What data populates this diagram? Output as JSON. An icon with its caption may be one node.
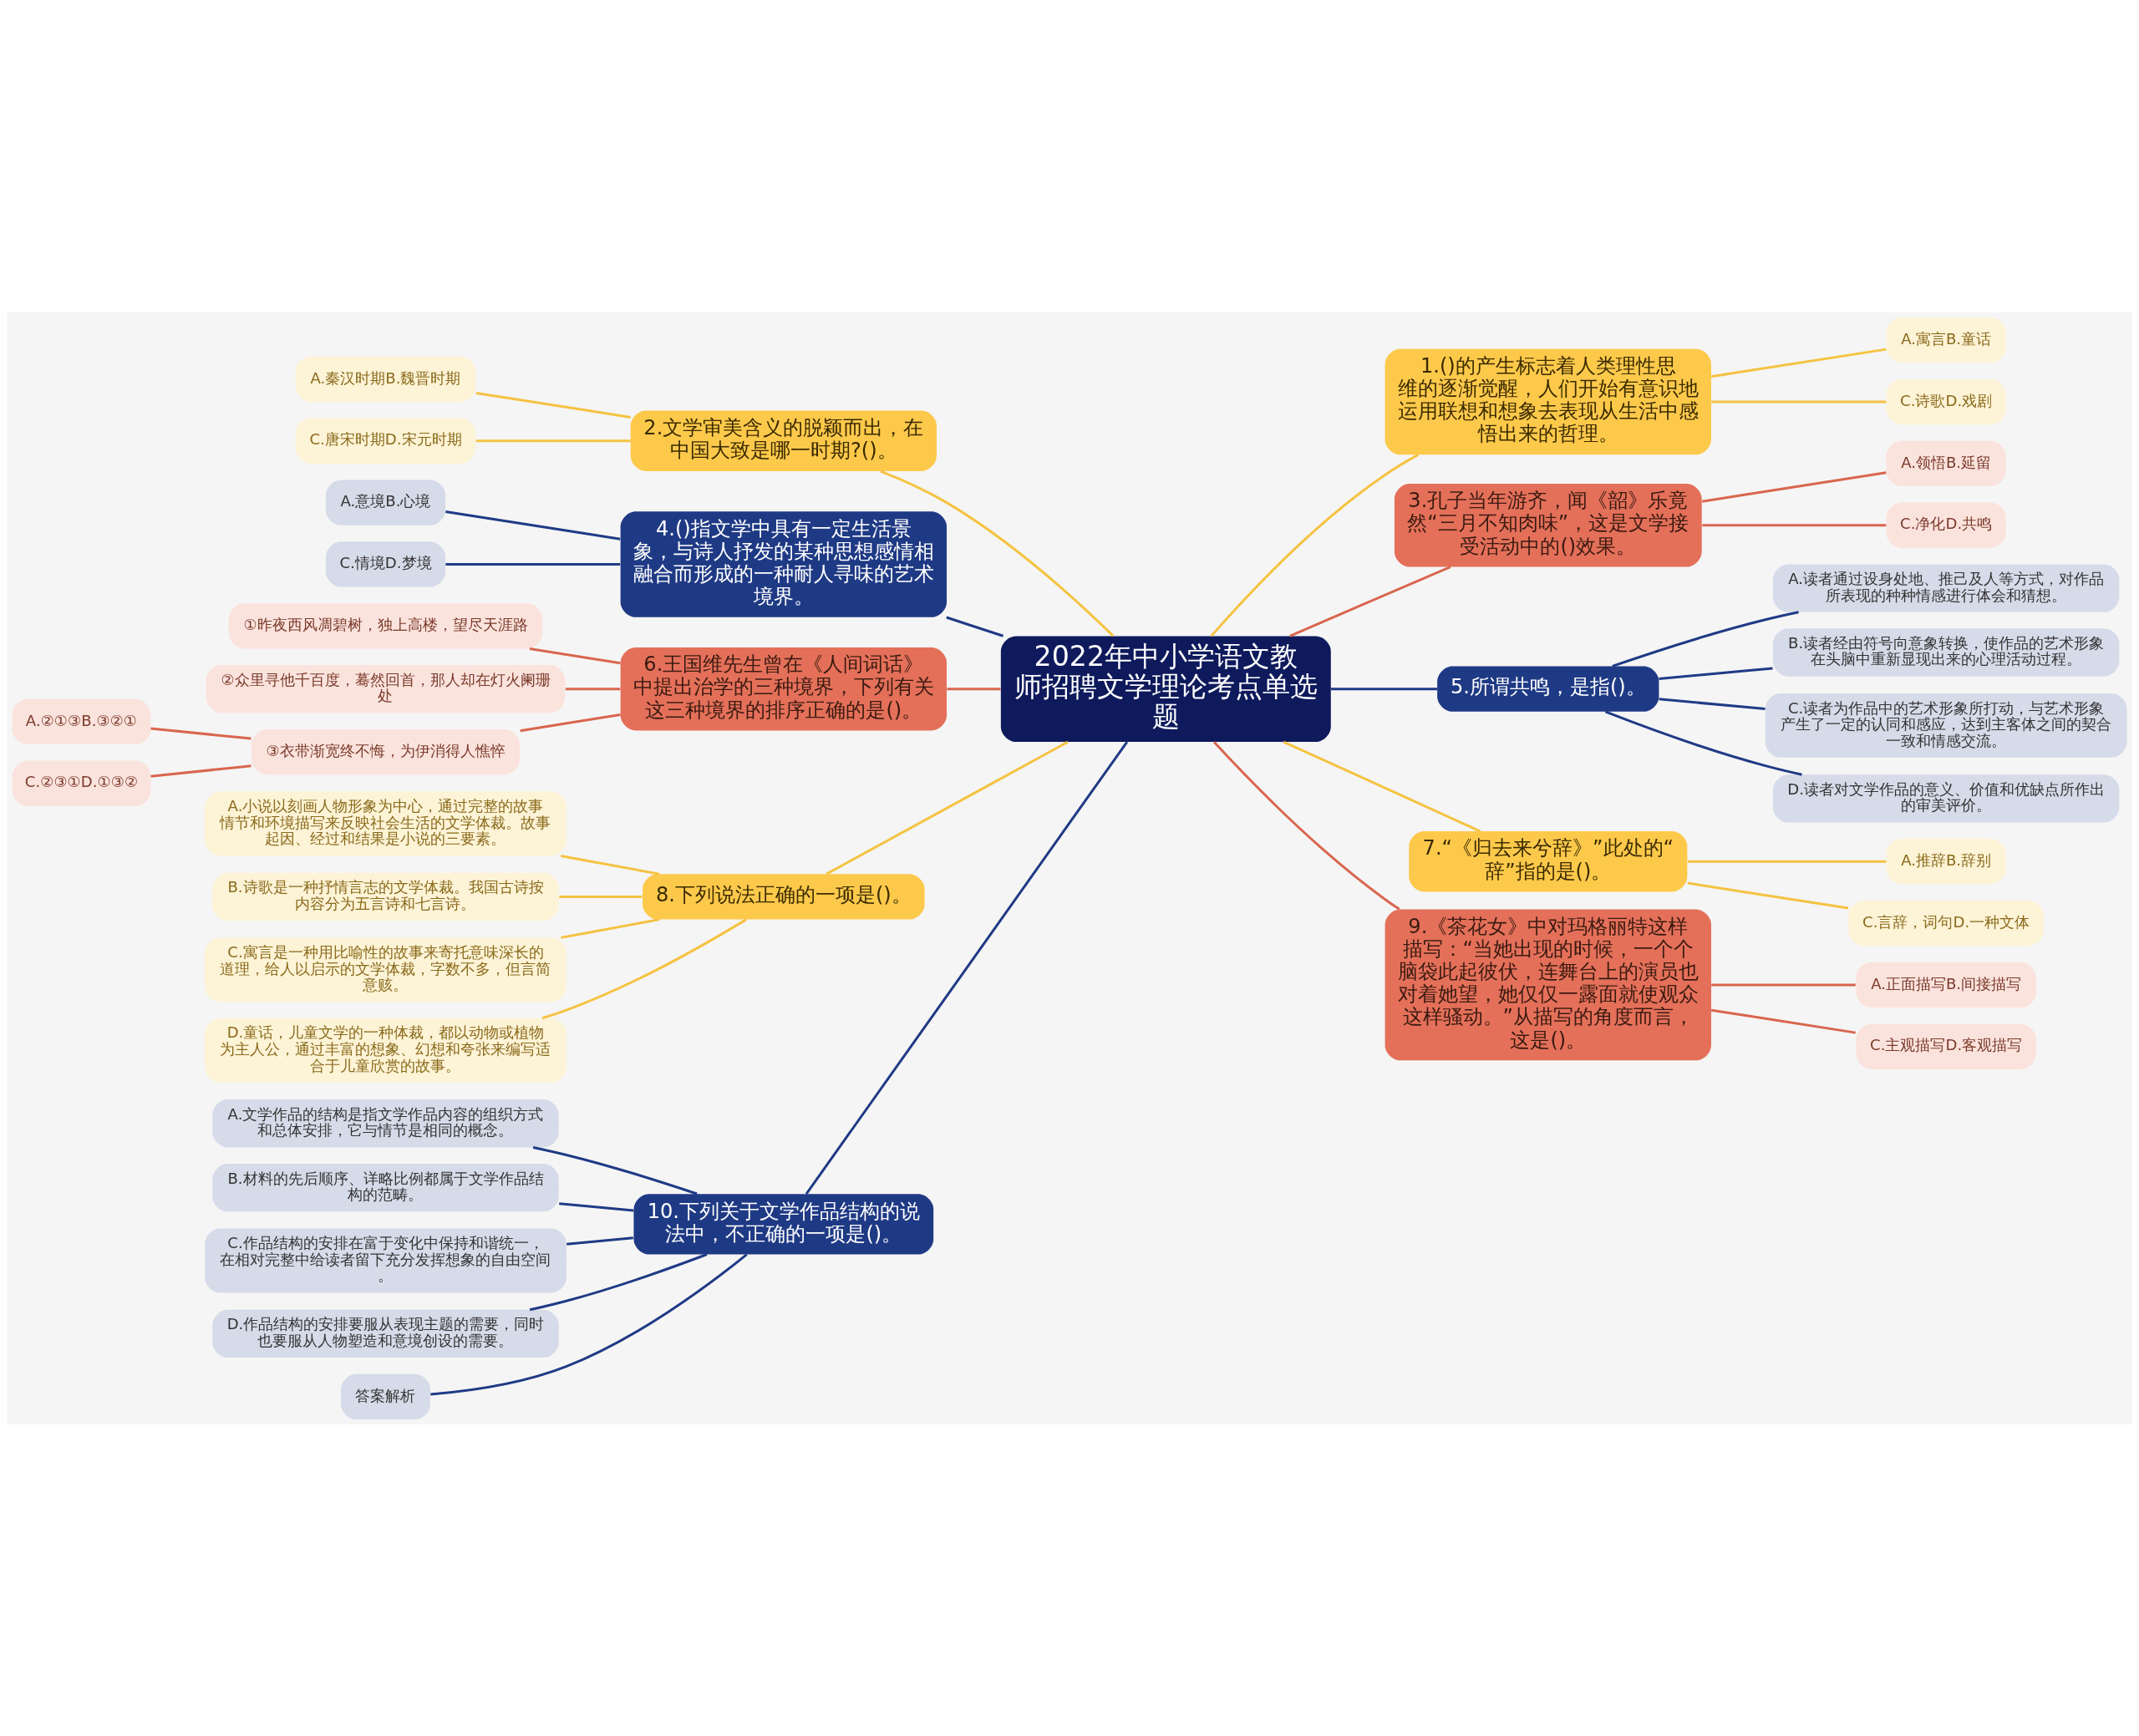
{
  "diagram": {
    "nodes": [
      {
        "text": [
          "2022年中小学语文教师招聘文学理论考点单选题"
        ]
      },
      {
        "text": [
          "1.()的产生标志着人类理性思维的逐渐觉醒，人们开始有意识地运用联想和想象去表现从生活中感悟出来的哲理。"
        ]
      },
      {
        "text": [
          "A.寓言B.童话"
        ]
      },
      {
        "text": [
          "C.诗歌D.戏剧"
        ]
      },
      {
        "text": [
          "2.文学审美含义的脱颖而出，在中国大致是哪一时期?()。"
        ]
      },
      {
        "text": [
          "A.秦汉时期B.魏晋时期"
        ]
      },
      {
        "text": [
          "C.唐宋时期D.宋元时期"
        ]
      },
      {
        "text": [
          "3.孔子当年游齐，闻《韶》乐竟然“三月不知肉味”，这是文学接受活动中的()效果。"
        ]
      },
      {
        "text": [
          "A.领悟B.延留"
        ]
      },
      {
        "text": [
          "C.净化D.共鸣"
        ]
      },
      {
        "text": [
          "4.()指文学中具有一定生活景象，与诗人抒发的某种思想感情相融合而形成的一种耐人寻味的艺术境界。"
        ]
      },
      {
        "text": [
          "A.意境B.心境"
        ]
      },
      {
        "text": [
          "C.情境D.梦境"
        ]
      },
      {
        "text": [
          "5.所谓共鸣，是指()。"
        ]
      },
      {
        "text": [
          "A.读者通过设身处地、推己及人等方式，对作品所表现的种种情感进行体会和猜想。"
        ]
      },
      {
        "text": [
          "B.读者经由符号向意象转换，使作品的艺术形象在头脑中重新显现出来的心理活动过程。"
        ]
      },
      {
        "text": [
          "C.读者为作品中的艺术形象所打动，与艺术形象产生了一定的认同和感应，达到主客体之间的契合一致和情感交流。"
        ]
      },
      {
        "text": [
          "D.读者对文学作品的意义、价值和优缺点所作出的审美评价。"
        ]
      },
      {
        "text": [
          "6.王国维先生曾在《人间词话》中提出治学的三种境界，下列有关这三种境界的排序正确的是()。"
        ]
      },
      {
        "text": [
          "①昨夜西风凋碧树，独上高楼，望尽天涯路"
        ]
      },
      {
        "text": [
          "②众里寻他千百度，蓦然回首，那人却在灯火阑珊处"
        ]
      },
      {
        "text": [
          "③衣带渐宽终不悔，为伊消得人憔悴"
        ]
      },
      {
        "text": [
          "A.②①③B.③②①"
        ]
      },
      {
        "text": [
          "C.②③①D.①③②"
        ]
      },
      {
        "text": [
          "7.“《归去来兮辞》”此处的“辞”指的是()。"
        ]
      },
      {
        "text": [
          "A.推辞B.辞别"
        ]
      },
      {
        "text": [
          "C.言辞，词句D.一种文体"
        ]
      },
      {
        "text": [
          "8.下列说法正确的一项是()。"
        ]
      },
      {
        "text": [
          "A.小说以刻画人物形象为中心，通过完整的故事情节和环境描写来反映社会生活的文学体裁。故事起因、经过和结果是小说的三要素。"
        ]
      },
      {
        "text": [
          "B.诗歌是一种抒情言志的文学体裁。我国古诗按内容分为五言诗和七言诗。"
        ]
      },
      {
        "text": [
          "C.寓言是一种用比喻性的故事来寄托意味深长的道理，给人以启示的文学体裁，字数不多，但言简意赅。"
        ]
      },
      {
        "text": [
          "D.童话，儿童文学的一种体裁，都以动物或植物为主人公，通过丰富的想象、幻想和夸张来编写适合于儿童欣赏的故事。"
        ]
      },
      {
        "text": [
          "9.《茶花女》中对玛格丽特这样描写：“当她出现的时候，一个个脑袋此起彼伏，连舞台上的演员也对着她望，她仅仅一露面就使观众这样骚动。”从描写的角度而言，这是()。"
        ]
      },
      {
        "text": [
          "A.正面描写B.间接描写"
        ]
      },
      {
        "text": [
          "C.主观描写D.客观描写"
        ]
      },
      {
        "text": [
          "10.下列关于文学作品结构的说法中，不正确的一项是()。"
        ]
      },
      {
        "text": [
          "A.文学作品的结构是指文学作品内容的组织方式和总体安排，它与情节是相同的概念。"
        ]
      },
      {
        "text": [
          "B.材料的先后顺序、详略比例都属于文学作品结构的范畴。"
        ]
      },
      {
        "text": [
          "C.作品结构的安排在富于变化中保持和谐统一，在相对完整中给读者留下充分发挥想象的自由空间。"
        ]
      },
      {
        "text": [
          "D.作品结构的安排要服从表现主题的需要，同时也要服从人物塑造和意境创设的需要。"
        ]
      },
      {
        "text": [
          "答案解析"
        ]
      }
    ],
    "edges": [
      {
        "from": 0,
        "to": 4,
        "arrow": "none",
        "color": "#f5c342"
      },
      {
        "from": 4,
        "to": 5,
        "arrow": "none",
        "color": "#f5c342"
      },
      {
        "from": 4,
        "to": 6,
        "arrow": "none",
        "color": "#f5c342"
      },
      {
        "from": 0,
        "to": 10,
        "arrow": "none",
        "color": "#1f3a85"
      },
      {
        "from": 10,
        "to": 11,
        "arrow": "none",
        "color": "#1f3a85"
      },
      {
        "from": 10,
        "to": 12,
        "arrow": "none",
        "color": "#1f3a85"
      },
      {
        "from": 0,
        "to": 18,
        "arrow": "none",
        "color": "#d9664f"
      },
      {
        "from": 18,
        "to": 19,
        "arrow": "none",
        "color": "#d9664f"
      },
      {
        "from": 18,
        "to": 20,
        "arrow": "none",
        "color": "#d9664f"
      },
      {
        "from": 18,
        "to": 21,
        "arrow": "none",
        "color": "#d9664f"
      },
      {
        "from": 21,
        "to": 22,
        "arrow": "none",
        "color": "#d9664f"
      },
      {
        "from": 21,
        "to": 23,
        "arrow": "none",
        "color": "#d9664f"
      },
      {
        "from": 0,
        "to": 27,
        "arrow": "none",
        "color": "#f5c342"
      },
      {
        "from": 27,
        "to": 28,
        "arrow": "none",
        "color": "#f5c342"
      },
      {
        "from": 27,
        "to": 29,
        "arrow": "none",
        "color": "#f5c342"
      },
      {
        "from": 27,
        "to": 30,
        "arrow": "none",
        "color": "#f5c342"
      },
      {
        "from": 27,
        "to": 31,
        "arrow": "none",
        "color": "#f5c342"
      },
      {
        "from": 0,
        "to": 35,
        "arrow": "none",
        "color": "#1f3a85"
      },
      {
        "from": 35,
        "to": 36,
        "arrow": "none",
        "color": "#1f3a85"
      },
      {
        "from": 35,
        "to": 37,
        "arrow": "none",
        "color": "#1f3a85"
      },
      {
        "from": 35,
        "to": 38,
        "arrow": "none",
        "color": "#1f3a85"
      },
      {
        "from": 35,
        "to": 39,
        "arrow": "none",
        "color": "#1f3a85"
      },
      {
        "from": 35,
        "to": 40,
        "arrow": "none",
        "color": "#1f3a85"
      },
      {
        "from": 0,
        "to": 1,
        "arrow": "none",
        "color": "#f5c342"
      },
      {
        "from": 1,
        "to": 2,
        "arrow": "none",
        "color": "#f5c342"
      },
      {
        "from": 1,
        "to": 3,
        "arrow": "none",
        "color": "#f5c342"
      },
      {
        "from": 0,
        "to": 7,
        "arrow": "none",
        "color": "#d9664f"
      },
      {
        "from": 7,
        "to": 8,
        "arrow": "none",
        "color": "#d9664f"
      },
      {
        "from": 7,
        "to": 9,
        "arrow": "none",
        "color": "#d9664f"
      },
      {
        "from": 0,
        "to": 13,
        "arrow": "none",
        "color": "#1f3a85"
      },
      {
        "from": 13,
        "to": 14,
        "arrow": "none",
        "color": "#1f3a85"
      },
      {
        "from": 13,
        "to": 15,
        "arrow": "none",
        "color": "#1f3a85"
      },
      {
        "from": 13,
        "to": 16,
        "arrow": "none",
        "color": "#1f3a85"
      },
      {
        "from": 13,
        "to": 17,
        "arrow": "none",
        "color": "#1f3a85"
      },
      {
        "from": 0,
        "to": 24,
        "arrow": "none",
        "color": "#f5c342"
      },
      {
        "from": 24,
        "to": 25,
        "arrow": "none",
        "color": "#f5c342"
      },
      {
        "from": 24,
        "to": 26,
        "arrow": "none",
        "color": "#f5c342"
      },
      {
        "from": 0,
        "to": 32,
        "arrow": "none",
        "color": "#d9664f"
      },
      {
        "from": 32,
        "to": 33,
        "arrow": "none",
        "color": "#d9664f"
      },
      {
        "from": 32,
        "to": 34,
        "arrow": "none",
        "color": "#d9664f"
      }
    ]
  }
}
